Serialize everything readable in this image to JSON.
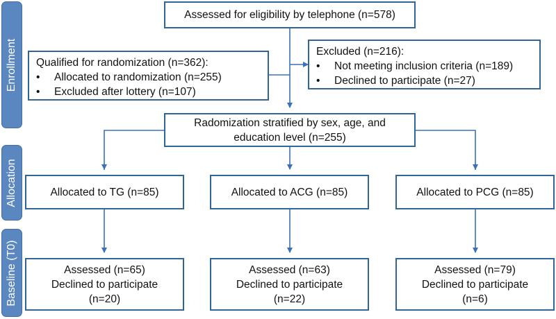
{
  "colors": {
    "box_border": "#2f6597",
    "arrow": "#3a72b8",
    "phase_fill": "#5b87c0",
    "phase_text": "#ffffff"
  },
  "phases": [
    "Enrollment",
    "Allocation",
    "Baseline (T0)"
  ],
  "nodes": {
    "assessed": {
      "text": "Assessed for eligibility by telephone (n=578)"
    },
    "qualified": {
      "title": "Qualified for randomization (n=362):",
      "bullets": [
        "Allocated to randomization (n=255)",
        "Excluded after lottery (n=107)"
      ]
    },
    "excluded": {
      "title": "Excluded (n=216):",
      "bullets": [
        "Not meeting inclusion criteria (n=189)",
        "Declined to participate (n=27)"
      ]
    },
    "randomization": {
      "lines": [
        "Radomization stratified by sex, age, and",
        "education level (n=255)"
      ]
    },
    "allocated": [
      "Allocated to TG (n=85)",
      "Allocated to ACG (n=85)",
      "Allocated to PCG (n=85)"
    ],
    "baseline": [
      {
        "lines": [
          "Assessed (n=65)",
          "Declined to participate",
          "(n=20)"
        ]
      },
      {
        "lines": [
          "Assessed (n=63)",
          "Declined to participate",
          "(n=22)"
        ]
      },
      {
        "lines": [
          "Assessed (n=79)",
          "Declined to participate",
          "(n=6)"
        ]
      }
    ],
    "bullet_symbol": "•"
  }
}
